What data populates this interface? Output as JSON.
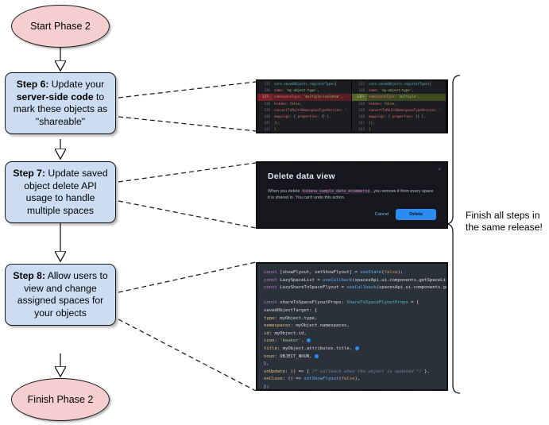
{
  "diagram": {
    "title": "Phase 2 rollout flowchart",
    "colors": {
      "terminator_fill": "#f5cfcf",
      "process_fill": "#ccddf2",
      "stroke": "#1a1a1a",
      "accent_blue": "#2a8cf0"
    },
    "nodes": {
      "start": "Start Phase 2",
      "finish": "Finish Phase 2",
      "step6": {
        "bold": "Step 6:",
        "text_a": " Update your ",
        "bold2": "server-side code",
        "text_b": " to mark these objects as \"shareable\""
      },
      "step7": {
        "bold": "Step 7:",
        "text": " Update saved object delete API usage to handle multiple spaces"
      },
      "step8": {
        "bold": "Step 8:",
        "text": " Allow users to view and change assigned spaces for your objects"
      }
    },
    "annotation": "Finish all steps in the same release!"
  },
  "shot_diff": {
    "name": "registerType-diff-screenshot",
    "left": {
      "lines": [
        {
          "num": "135",
          "state": "ctx",
          "tokens": [
            {
              "t": "core.savedObjects.registerType",
              "c": "f"
            },
            {
              "t": "({",
              "c": "b"
            }
          ]
        },
        {
          "num": "136",
          "state": "ctx",
          "tokens": [
            {
              "t": "  name",
              "c": "k"
            },
            {
              "t": ": ",
              "c": "b"
            },
            {
              "t": "'my-object-type'",
              "c": "s"
            },
            {
              "t": ",",
              "c": "b"
            }
          ]
        },
        {
          "num": "137-",
          "state": "del",
          "tokens": [
            {
              "t": "  namespaceType",
              "c": "k"
            },
            {
              "t": ": ",
              "c": "b"
            },
            {
              "t": "'multiple-isolated'",
              "c": "s"
            },
            {
              "t": ",",
              "c": "b"
            }
          ]
        },
        {
          "num": "138",
          "state": "ctx",
          "tokens": [
            {
              "t": "  hidden",
              "c": "k"
            },
            {
              "t": ": ",
              "c": "b"
            },
            {
              "t": "false",
              "c": "v"
            },
            {
              "t": ",",
              "c": "b"
            }
          ]
        },
        {
          "num": "139",
          "state": "ctx",
          "tokens": [
            {
              "t": "  convertToMultiNamespaceTypeVersion",
              "c": "k"
            },
            {
              "t": ": '",
              "c": "b"
            }
          ]
        },
        {
          "num": "140",
          "state": "ctx",
          "tokens": [
            {
              "t": "  mappings",
              "c": "k"
            },
            {
              "t": ": { ",
              "c": "b"
            },
            {
              "t": "properties",
              "c": "k"
            },
            {
              "t": ": {} },",
              "c": "b"
            }
          ]
        },
        {
          "num": "141",
          "state": "ctx",
          "tokens": [
            {
              "t": "});",
              "c": "v"
            }
          ]
        },
        {
          "num": "142",
          "state": "ctx",
          "tokens": [
            {
              "t": "}",
              "c": "v"
            }
          ]
        }
      ]
    },
    "right": {
      "lines": [
        {
          "num": "135",
          "state": "ctx",
          "tokens": [
            {
              "t": "core.savedObjects.registerType",
              "c": "f"
            },
            {
              "t": "({",
              "c": "b"
            }
          ]
        },
        {
          "num": "136",
          "state": "ctx",
          "tokens": [
            {
              "t": "  name",
              "c": "k"
            },
            {
              "t": ": ",
              "c": "b"
            },
            {
              "t": "'my-object-type'",
              "c": "s"
            },
            {
              "t": ",",
              "c": "b"
            }
          ]
        },
        {
          "num": "137+",
          "state": "add",
          "tokens": [
            {
              "t": "  namespaceType",
              "c": "k"
            },
            {
              "t": ": ",
              "c": "b"
            },
            {
              "t": "'multiple'",
              "c": "s"
            },
            {
              "t": ",",
              "c": "b"
            }
          ]
        },
        {
          "num": "138",
          "state": "ctx",
          "tokens": [
            {
              "t": "  hidden",
              "c": "k"
            },
            {
              "t": ": ",
              "c": "b"
            },
            {
              "t": "false",
              "c": "v"
            },
            {
              "t": ",",
              "c": "b"
            }
          ]
        },
        {
          "num": "139",
          "state": "ctx",
          "tokens": [
            {
              "t": "  convertToMultiNamespaceTypeVersion",
              "c": "k"
            },
            {
              "t": ": '",
              "c": "b"
            }
          ]
        },
        {
          "num": "140",
          "state": "ctx",
          "tokens": [
            {
              "t": "  mappings",
              "c": "k"
            },
            {
              "t": ": { ",
              "c": "b"
            },
            {
              "t": "properties",
              "c": "k"
            },
            {
              "t": ": {} },",
              "c": "b"
            }
          ]
        },
        {
          "num": "141",
          "state": "ctx",
          "tokens": [
            {
              "t": "});",
              "c": "v"
            }
          ]
        },
        {
          "num": "142",
          "state": "ctx",
          "tokens": [
            {
              "t": "}",
              "c": "v"
            }
          ]
        }
      ]
    }
  },
  "shot_modal": {
    "name": "delete-data-view-modal-screenshot",
    "title": "Delete data view",
    "body_pre": "When you delete",
    "body_code": "kibana_sample_data_ecommerce",
    "body_post": ", you remove it from every space it is shared in. You can't undo this action.",
    "cancel_label": "Cancel",
    "delete_label": "Delete",
    "close_glyph": "×"
  },
  "shot_code": {
    "name": "share-to-space-flyout-code-screenshot",
    "lines": [
      [
        {
          "t": "const ",
          "c": "kw"
        },
        {
          "t": "[showFlyout, setShowFlyout] = ",
          "c": "id"
        },
        {
          "t": "useState",
          "c": "fn"
        },
        {
          "t": "(",
          "c": "id"
        },
        {
          "t": "false",
          "c": "num"
        },
        {
          "t": ");",
          "c": "id"
        }
      ],
      [
        {
          "t": "const ",
          "c": "kw"
        },
        {
          "t": "LazySpaceList = ",
          "c": "id"
        },
        {
          "t": "useCallback",
          "c": "fn"
        },
        {
          "t": "(spacesApi.ui.components.getSpaceLis",
          "c": "id"
        }
      ],
      [
        {
          "t": "const ",
          "c": "kw"
        },
        {
          "t": "LazyShareToSpaceFlyout = ",
          "c": "id"
        },
        {
          "t": "useCallback",
          "c": "fn"
        },
        {
          "t": "(spacesApi.ui.components.ge",
          "c": "id"
        }
      ],
      [
        {
          "t": "",
          "c": "id"
        }
      ],
      [
        {
          "t": "const ",
          "c": "kw"
        },
        {
          "t": "shareToSpaceFlyoutProps: ",
          "c": "id"
        },
        {
          "t": "ShareToSpaceFlyoutProps",
          "c": "ty"
        },
        {
          "t": " = {",
          "c": "id"
        }
      ],
      [
        {
          "t": "  savedObjectTarget: {",
          "c": "id"
        }
      ],
      [
        {
          "t": "    type",
          "c": "pr"
        },
        {
          "t": ": myObject.type,",
          "c": "id"
        }
      ],
      [
        {
          "t": "    namespaces",
          "c": "pr"
        },
        {
          "t": ": myObject.namespaces,",
          "c": "id"
        }
      ],
      [
        {
          "t": "    id",
          "c": "pr"
        },
        {
          "t": ": myObject.id,",
          "c": "id"
        }
      ],
      [
        {
          "t": "    icon",
          "c": "pr"
        },
        {
          "t": ": ",
          "c": "id"
        },
        {
          "t": "'beaker'",
          "c": "str"
        },
        {
          "t": ", ",
          "c": "id"
        },
        {
          "t": "ⓘ",
          "c": "bulb"
        }
      ],
      [
        {
          "t": "    title",
          "c": "pr"
        },
        {
          "t": ": myObject.attributes.title, ",
          "c": "id"
        },
        {
          "t": "ⓘ",
          "c": "bulb"
        }
      ],
      [
        {
          "t": "    noun",
          "c": "pr"
        },
        {
          "t": ": OBJECT_NOUN, ",
          "c": "id"
        },
        {
          "t": "ⓘ",
          "c": "bulb"
        }
      ],
      [
        {
          "t": "  },",
          "c": "id"
        }
      ],
      [
        {
          "t": "  onUpdate",
          "c": "pr"
        },
        {
          "t": ": () => { ",
          "c": "id"
        },
        {
          "t": "/* callback when the object is updated */",
          "c": "c"
        },
        {
          "t": " },",
          "c": "id"
        }
      ],
      [
        {
          "t": "  onClose",
          "c": "pr"
        },
        {
          "t": ": () => ",
          "c": "id"
        },
        {
          "t": "setShowFlyout",
          "c": "fn"
        },
        {
          "t": "(",
          "c": "id"
        },
        {
          "t": "false",
          "c": "num"
        },
        {
          "t": "),",
          "c": "id"
        }
      ],
      [
        {
          "t": "};",
          "c": "id"
        }
      ]
    ]
  }
}
